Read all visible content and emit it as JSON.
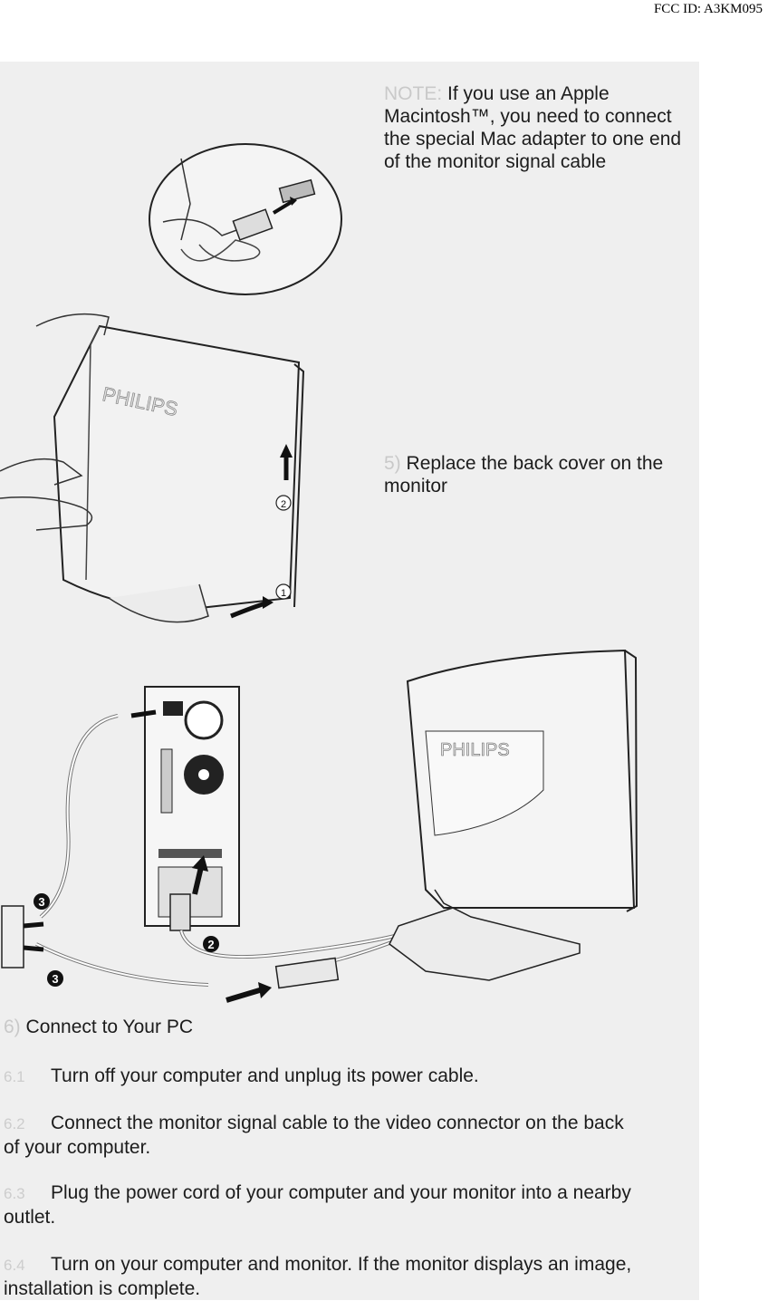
{
  "header": {
    "fcc_id": "FCC ID: A3KM095"
  },
  "note": {
    "label": "NOTE:",
    "text": "If you use an Apple Macintosh™, you need to connect the special Mac adapter to one end of the monitor signal cable"
  },
  "step5": {
    "number": "5)",
    "text": "Replace the back cover on the monitor"
  },
  "illustration": {
    "brand": "PHILIPS",
    "callouts": [
      "1",
      "2"
    ],
    "pc_callouts": [
      "3",
      "2",
      "3"
    ]
  },
  "section6": {
    "number": "6)",
    "title": "Connect to Your PC",
    "steps": [
      {
        "number": "6.1",
        "text": "Turn off your computer and unplug its power cable."
      },
      {
        "number": "6.2",
        "text": "Connect the monitor signal cable to the video connector on the back of your computer."
      },
      {
        "number": "6.3",
        "text": "Plug the power cord of your computer and your monitor into a nearby outlet."
      },
      {
        "number": "6.4",
        "text": "Turn on your computer and monitor. If the monitor displays an image, installation is complete."
      }
    ]
  }
}
